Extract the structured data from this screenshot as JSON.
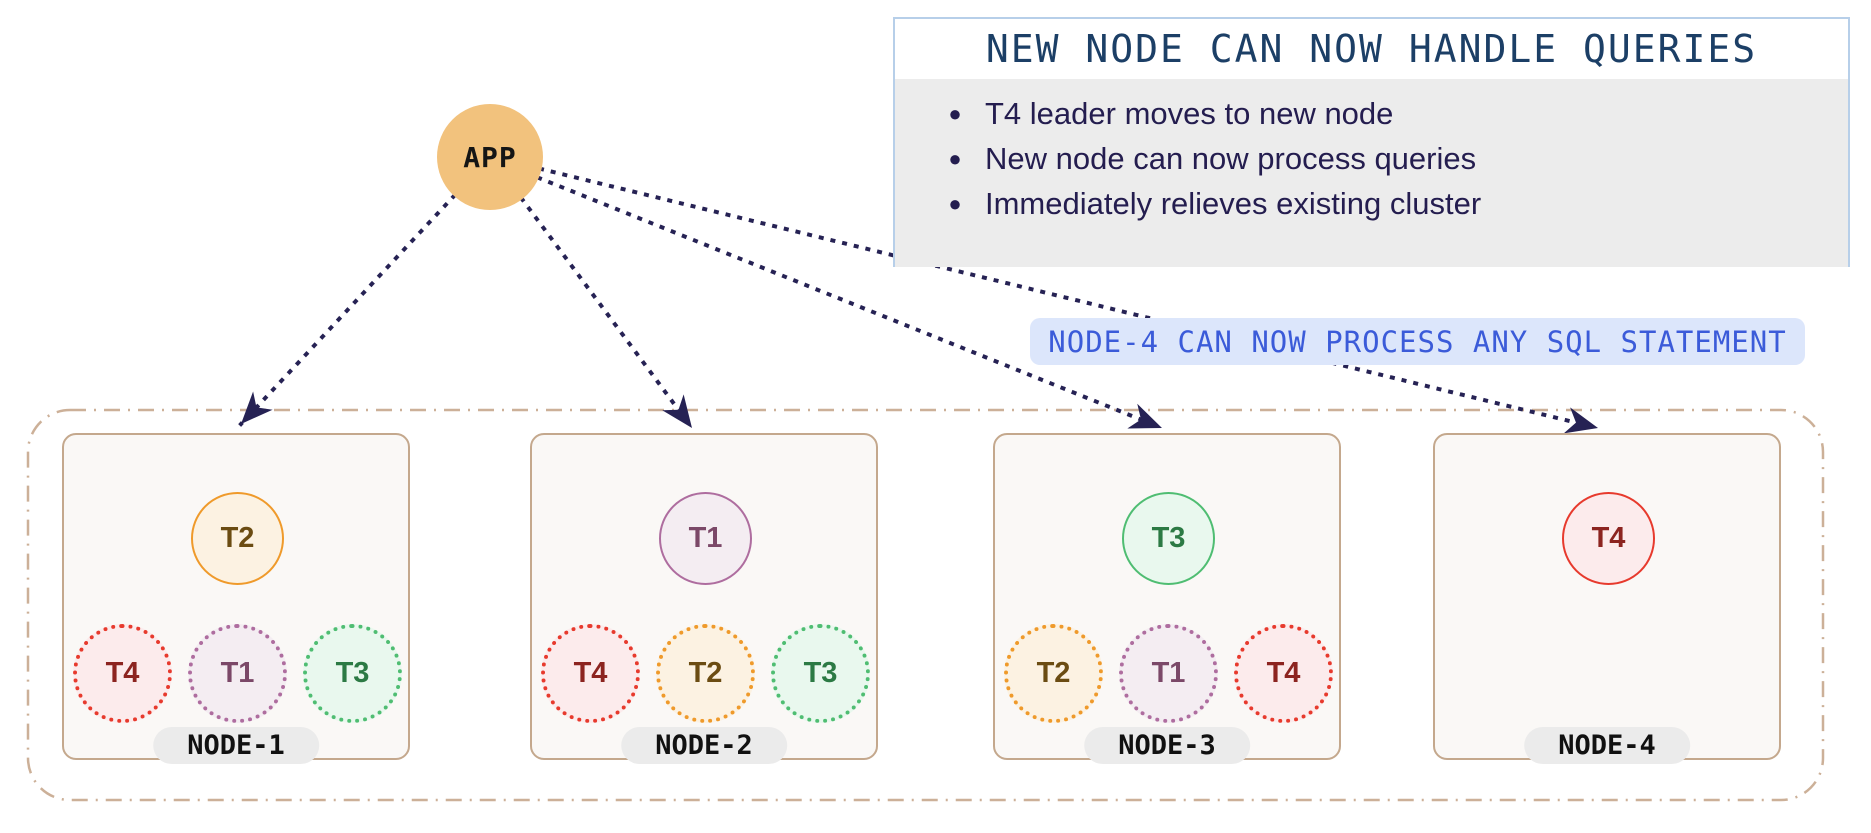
{
  "app": {
    "label": "APP"
  },
  "callout": {
    "title": "NEW NODE CAN NOW HANDLE QUERIES",
    "bullet_glyph": "●",
    "bullets": [
      "T4 leader moves to new node",
      "New node can now process queries",
      "Immediately relieves existing cluster"
    ]
  },
  "banner": {
    "label": "NODE-4 CAN NOW PROCESS ANY SQL STATEMENT"
  },
  "cluster": {
    "nodes": [
      {
        "name": "NODE-1",
        "leader": "T2",
        "followers": [
          "T4",
          "T1",
          "T3"
        ]
      },
      {
        "name": "NODE-2",
        "leader": "T1",
        "followers": [
          "T4",
          "T2",
          "T3"
        ]
      },
      {
        "name": "NODE-3",
        "leader": "T3",
        "followers": [
          "T2",
          "T1",
          "T4"
        ]
      },
      {
        "name": "NODE-4",
        "leader": "T4",
        "followers": []
      }
    ]
  },
  "colors": {
    "app_fill": "#f2c27d",
    "arrow": "#262254",
    "callout_border": "#b7cfe9",
    "callout_body_bg": "#ececec",
    "callout_title_text": "#1c3f66",
    "callout_bullet_text": "#241d4f",
    "banner_bg": "#dce6fb",
    "banner_text": "#3b5bd9",
    "cluster_dash_border": "#ccb098",
    "node_border": "#c4a88d",
    "node_fill": "#faf8f6",
    "pill_bg": "#ebebeb",
    "tablet_t1": "#ae6d9f",
    "tablet_t2": "#ef9a2b",
    "tablet_t3": "#4fbd72",
    "tablet_t4": "#e73a2d"
  }
}
